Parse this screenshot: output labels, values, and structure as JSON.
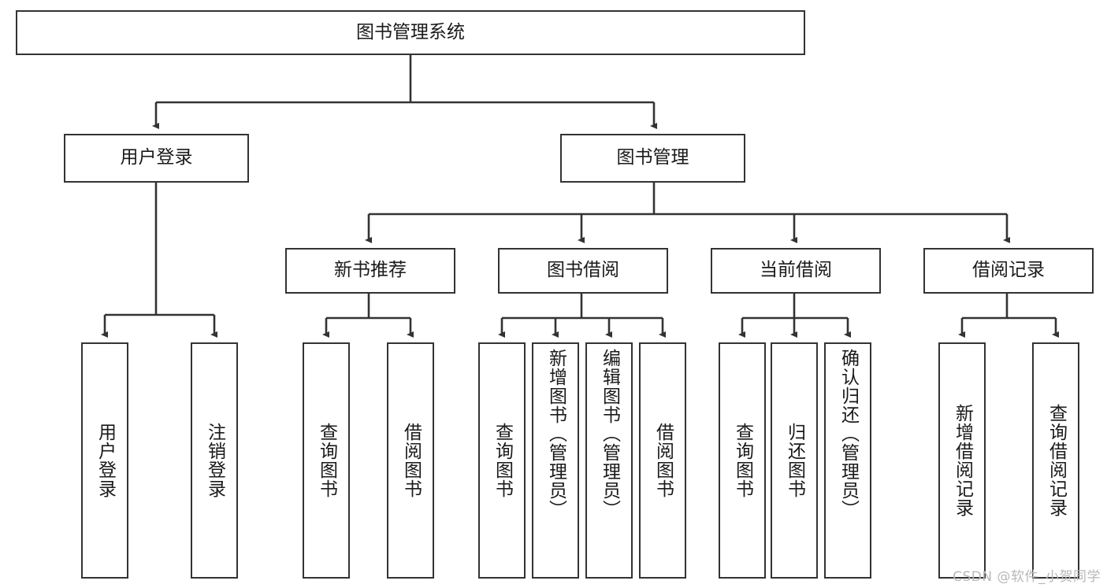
{
  "diagram": {
    "title": "图书管理系统",
    "type": "tree-hierarchy",
    "watermark": "CSDN @软件_小贺同学",
    "colors": {
      "box_border": "#333333",
      "box_fill": "#ffffff",
      "edge": "#333333",
      "text": "#1a1a1a",
      "watermark": "#b8b8b8"
    },
    "root": {
      "label": "图书管理系统"
    },
    "level2": [
      {
        "label": "用户登录"
      },
      {
        "label": "图书管理"
      }
    ],
    "level3": [
      {
        "label": "新书推荐"
      },
      {
        "label": "图书借阅"
      },
      {
        "label": "当前借阅"
      },
      {
        "label": "借阅记录"
      }
    ],
    "leaves": {
      "user_login": [
        {
          "label": "用户登录"
        },
        {
          "label": "注销登录"
        }
      ],
      "new_book_recommend": [
        {
          "label": "查询图书"
        },
        {
          "label": "借阅图书"
        }
      ],
      "book_borrow": [
        {
          "label": "查询图书"
        },
        {
          "label": "新增图书（管理员）"
        },
        {
          "label": "编辑图书（管理员）"
        },
        {
          "label": "借阅图书"
        }
      ],
      "current_borrow": [
        {
          "label": "查询图书"
        },
        {
          "label": "归还图书"
        },
        {
          "label": "确认归还（管理员）"
        }
      ],
      "borrow_records": [
        {
          "label": "新增借阅记录"
        },
        {
          "label": "查询借阅记录"
        }
      ]
    }
  }
}
